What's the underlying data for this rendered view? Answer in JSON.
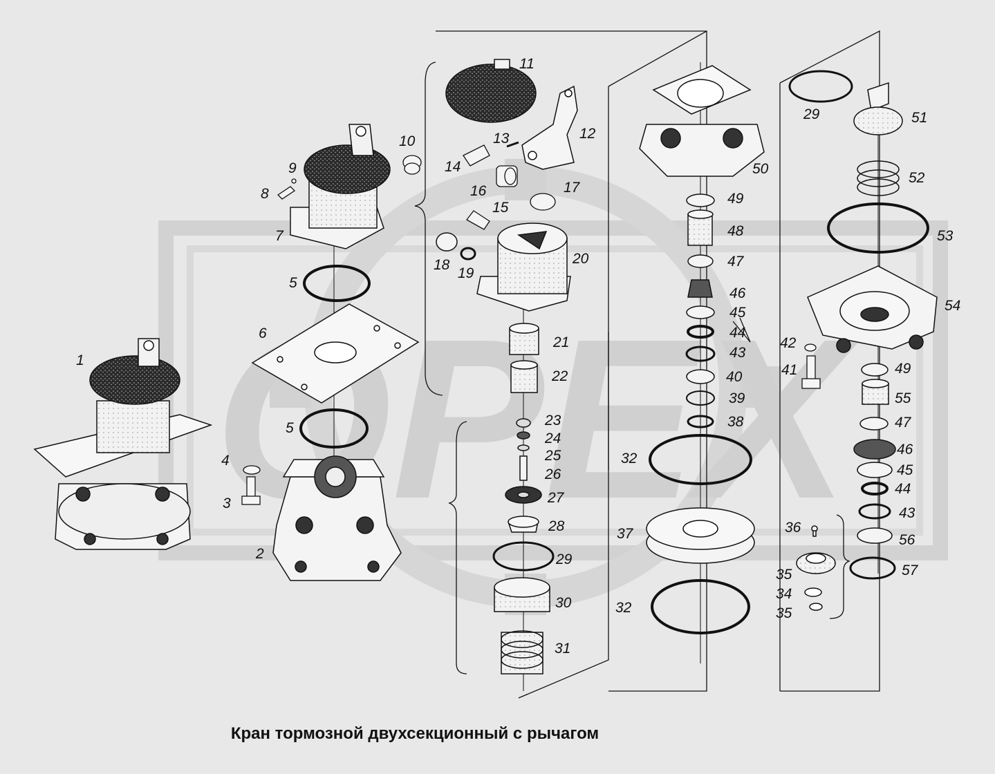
{
  "caption": "Кран тормозной двухсекционный с рычагом",
  "watermark": "OPEX",
  "labels": {
    "l1": "1",
    "l2": "2",
    "l3": "3",
    "l4": "4",
    "l5a": "5",
    "l5b": "5",
    "l6": "6",
    "l7": "7",
    "l8": "8",
    "l9": "9",
    "l10": "10",
    "l11": "11",
    "l12": "12",
    "l13": "13",
    "l14": "14",
    "l15": "15",
    "l16": "16",
    "l17": "17",
    "l18": "18",
    "l19": "19",
    "l20": "20",
    "l21": "21",
    "l22": "22",
    "l23": "23",
    "l24": "24",
    "l25": "25",
    "l26": "26",
    "l27": "27",
    "l28": "28",
    "l29a": "29",
    "l30": "30",
    "l31": "31",
    "l32a": "32",
    "l32b": "32",
    "l34": "34",
    "l35a": "35",
    "l35b": "35",
    "l36": "36",
    "l37": "37",
    "l38": "38",
    "l39": "39",
    "l40": "40",
    "l41": "41",
    "l42": "42",
    "l43a": "43",
    "l43b": "43",
    "l44a": "44",
    "l44b": "44",
    "l45a": "45",
    "l45b": "45",
    "l46a": "46",
    "l46b": "46",
    "l47a": "47",
    "l47b": "47",
    "l48": "48",
    "l49a": "49",
    "l49b": "49",
    "l50": "50",
    "l51": "51",
    "l52": "52",
    "l53": "53",
    "l54": "54",
    "l55": "55",
    "l56": "56",
    "l57": "57",
    "l29b": "29"
  },
  "colors": {
    "background": "#e8e8e8",
    "watermark": "#d2d2d2",
    "ink": "#111111",
    "cap": "#1a1a1a"
  }
}
